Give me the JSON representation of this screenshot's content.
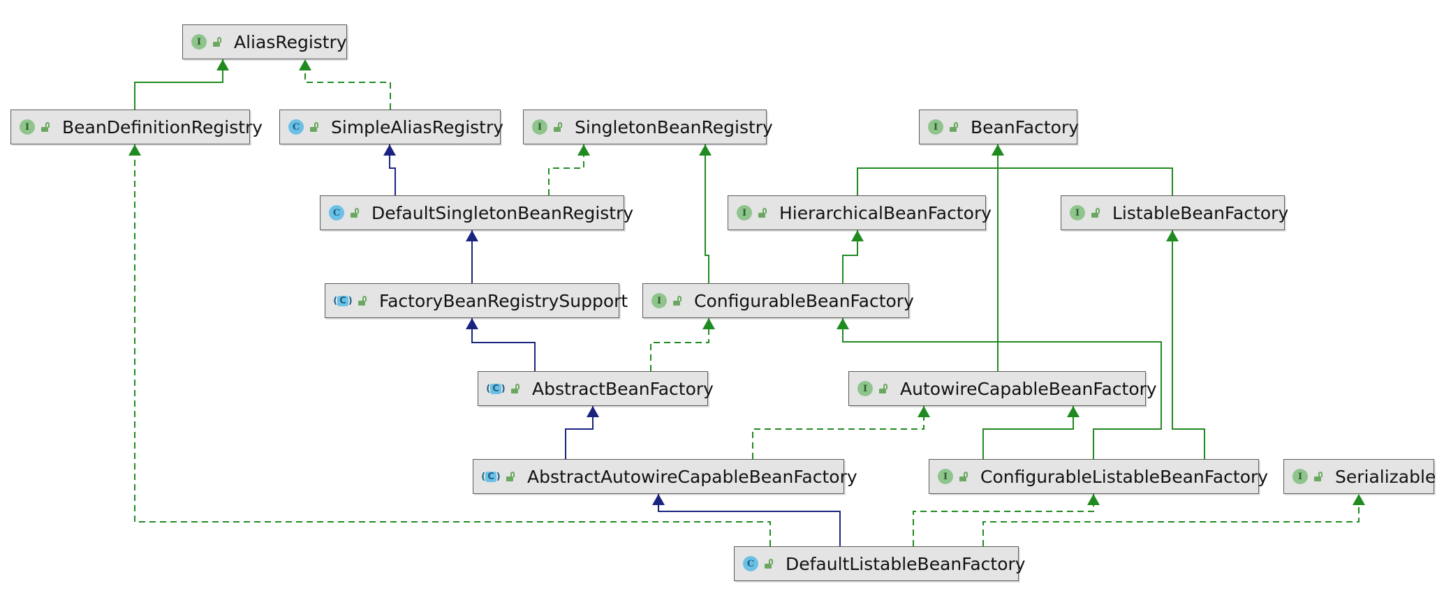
{
  "colors": {
    "implements_edge": "#1f8a1f",
    "extends_edge": "#1a237e",
    "node_fill": "#e4e4e4",
    "interface_badge": "#8fc48d",
    "class_badge": "#6cc0e5"
  },
  "nodes": [
    {
      "id": "alias_registry",
      "label": "AliasRegistry",
      "kind": "interface",
      "icon": "interface-icon"
    },
    {
      "id": "bean_definition_registry",
      "label": "BeanDefinitionRegistry",
      "kind": "interface",
      "icon": "interface-icon"
    },
    {
      "id": "simple_alias_registry",
      "label": "SimpleAliasRegistry",
      "kind": "class",
      "icon": "class-icon"
    },
    {
      "id": "singleton_bean_registry",
      "label": "SingletonBeanRegistry",
      "kind": "interface",
      "icon": "interface-icon"
    },
    {
      "id": "bean_factory",
      "label": "BeanFactory",
      "kind": "interface",
      "icon": "interface-icon"
    },
    {
      "id": "default_singleton_bean_registry",
      "label": "DefaultSingletonBeanRegistry",
      "kind": "class",
      "icon": "class-icon"
    },
    {
      "id": "hierarchical_bean_factory",
      "label": "HierarchicalBeanFactory",
      "kind": "interface",
      "icon": "interface-icon"
    },
    {
      "id": "listable_bean_factory",
      "label": "ListableBeanFactory",
      "kind": "interface",
      "icon": "interface-icon"
    },
    {
      "id": "factory_bean_registry_support",
      "label": "FactoryBeanRegistrySupport",
      "kind": "abstract",
      "icon": "abstract-class-icon"
    },
    {
      "id": "configurable_bean_factory",
      "label": "ConfigurableBeanFactory",
      "kind": "interface",
      "icon": "interface-icon"
    },
    {
      "id": "abstract_bean_factory",
      "label": "AbstractBeanFactory",
      "kind": "abstract",
      "icon": "abstract-class-icon"
    },
    {
      "id": "autowire_capable_bean_factory",
      "label": "AutowireCapableBeanFactory",
      "kind": "interface",
      "icon": "interface-icon"
    },
    {
      "id": "abstract_autowire_capable_bean_factory",
      "label": "AbstractAutowireCapableBeanFactory",
      "kind": "abstract",
      "icon": "abstract-class-icon"
    },
    {
      "id": "configurable_listable_bean_factory",
      "label": "ConfigurableListableBeanFactory",
      "kind": "interface",
      "icon": "interface-icon"
    },
    {
      "id": "serializable",
      "label": "Serializable",
      "kind": "interface",
      "icon": "interface-icon"
    },
    {
      "id": "default_listable_bean_factory",
      "label": "DefaultListableBeanFactory",
      "kind": "class",
      "icon": "class-icon"
    }
  ],
  "edges": [
    {
      "from": "bean_definition_registry",
      "to": "alias_registry",
      "type": "extends-interface"
    },
    {
      "from": "simple_alias_registry",
      "to": "alias_registry",
      "type": "implements"
    },
    {
      "from": "default_singleton_bean_registry",
      "to": "simple_alias_registry",
      "type": "extends"
    },
    {
      "from": "default_singleton_bean_registry",
      "to": "singleton_bean_registry",
      "type": "implements"
    },
    {
      "from": "factory_bean_registry_support",
      "to": "default_singleton_bean_registry",
      "type": "extends"
    },
    {
      "from": "abstract_bean_factory",
      "to": "factory_bean_registry_support",
      "type": "extends"
    },
    {
      "from": "abstract_bean_factory",
      "to": "configurable_bean_factory",
      "type": "implements"
    },
    {
      "from": "configurable_bean_factory",
      "to": "singleton_bean_registry",
      "type": "extends-interface"
    },
    {
      "from": "configurable_bean_factory",
      "to": "hierarchical_bean_factory",
      "type": "extends-interface"
    },
    {
      "from": "hierarchical_bean_factory",
      "to": "bean_factory",
      "type": "extends-interface"
    },
    {
      "from": "listable_bean_factory",
      "to": "bean_factory",
      "type": "extends-interface"
    },
    {
      "from": "autowire_capable_bean_factory",
      "to": "bean_factory",
      "type": "extends-interface"
    },
    {
      "from": "abstract_autowire_capable_bean_factory",
      "to": "abstract_bean_factory",
      "type": "extends"
    },
    {
      "from": "abstract_autowire_capable_bean_factory",
      "to": "autowire_capable_bean_factory",
      "type": "implements"
    },
    {
      "from": "configurable_listable_bean_factory",
      "to": "autowire_capable_bean_factory",
      "type": "extends-interface"
    },
    {
      "from": "configurable_listable_bean_factory",
      "to": "configurable_bean_factory",
      "type": "extends-interface"
    },
    {
      "from": "configurable_listable_bean_factory",
      "to": "listable_bean_factory",
      "type": "extends-interface"
    },
    {
      "from": "default_listable_bean_factory",
      "to": "abstract_autowire_capable_bean_factory",
      "type": "extends"
    },
    {
      "from": "default_listable_bean_factory",
      "to": "bean_definition_registry",
      "type": "implements"
    },
    {
      "from": "default_listable_bean_factory",
      "to": "configurable_listable_bean_factory",
      "type": "implements"
    },
    {
      "from": "default_listable_bean_factory",
      "to": "serializable",
      "type": "implements"
    }
  ]
}
